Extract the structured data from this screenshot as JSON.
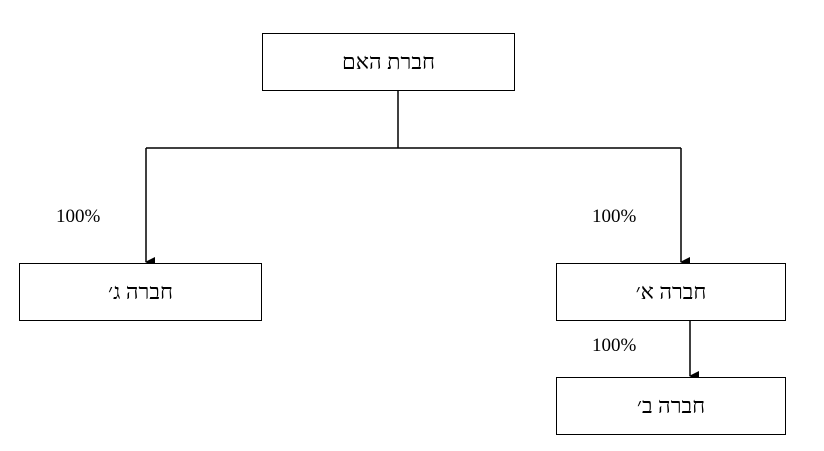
{
  "nodes": {
    "parent": {
      "label": "חברת האם"
    },
    "company_c": {
      "label": "חברה ג׳"
    },
    "company_a": {
      "label": "חברה א׳"
    },
    "company_b": {
      "label": "חברה ב׳"
    }
  },
  "edges": {
    "parent_to_c": {
      "label": "100%"
    },
    "parent_to_a": {
      "label": "100%"
    },
    "a_to_b": {
      "label": "100%"
    }
  },
  "colors": {
    "line": "#000000",
    "background": "#ffffff"
  }
}
